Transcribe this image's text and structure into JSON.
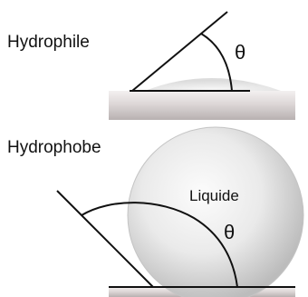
{
  "panels": {
    "top": {
      "label": "Hydrophile",
      "angle_symbol": "θ"
    },
    "bottom": {
      "label": "Hydrophobe",
      "drop_label": "Liquide",
      "angle_symbol": "θ"
    }
  },
  "colors": {
    "line": "#111111",
    "surface_light": "#f1eeee",
    "surface_dark": "#b9b2b2",
    "drop_light": "#fbfbfb",
    "drop_dark": "#bdbdbd"
  }
}
